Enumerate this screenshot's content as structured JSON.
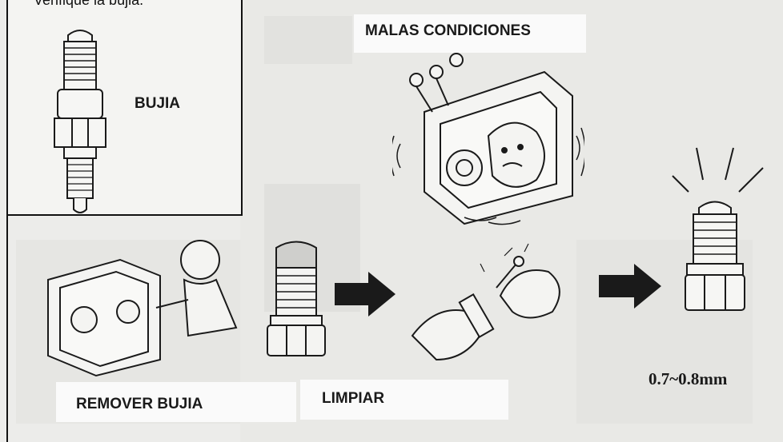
{
  "caption_top": "Verifique la bujia.",
  "labels": {
    "bujia": "BUJIA",
    "malas_condiciones": "MALAS CONDICIONES",
    "remover_bujia": "REMOVER BUJIA",
    "limpiar": "LIMPIAR",
    "gap": "0.7~0.8mm"
  },
  "icons": [
    "spark-plug-icon",
    "pump-shaking-icon",
    "pump-with-person-icon",
    "dirty-spark-plug-icon",
    "arrow-right-icon",
    "hands-cleaning-plug-icon",
    "clean-spark-plug-icon"
  ],
  "colors": {
    "ink": "#1a1a1a",
    "paper": "#ececea"
  }
}
